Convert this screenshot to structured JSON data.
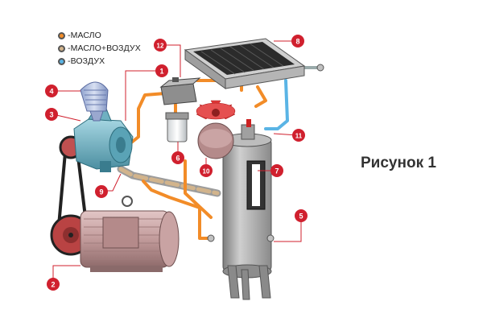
{
  "legend": [
    {
      "label": "-МАСЛО",
      "color": "#f28c28"
    },
    {
      "label": "-МАСЛО+ВОЗДУХ",
      "color": "#d2b48c"
    },
    {
      "label": "-ВОЗДУХ",
      "color": "#5ab4e5"
    }
  ],
  "callouts": [
    "1",
    "2",
    "3",
    "4",
    "5",
    "6",
    "7",
    "8",
    "9",
    "10",
    "11",
    "12"
  ],
  "caption": "Рисунок 1",
  "colors": {
    "callout": "#d0202e",
    "oil_line": "#f28c28",
    "air_line": "#5ab4e5",
    "mixed_line": "#d2b48c",
    "motor": "#caa4a4",
    "compressor": "#7ab8c8",
    "tank": "#a9a9a9",
    "radiator": "#bdbdbd",
    "belt": "#222222"
  }
}
